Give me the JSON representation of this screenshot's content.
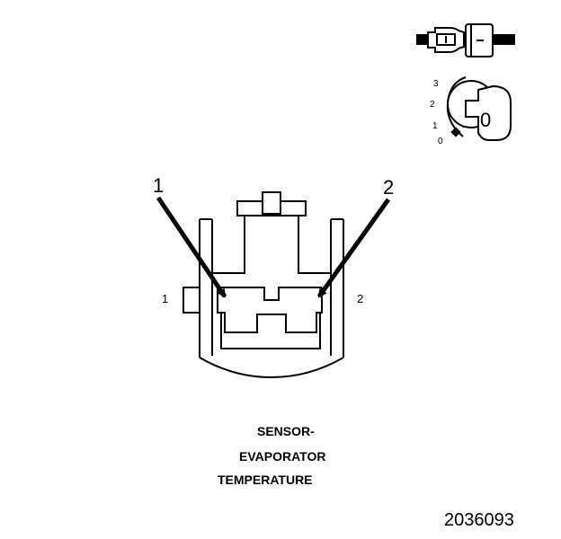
{
  "colors": {
    "ink": "#000000",
    "background": "#ffffff"
  },
  "icons": {
    "connector": "inline-connector-icon",
    "key": "ignition-key-icon"
  },
  "key_positions": [
    "3",
    "2",
    "1",
    "0"
  ],
  "key_face": "0",
  "callouts": {
    "arrow_1": "1",
    "arrow_2": "2",
    "terminal_1": "1",
    "terminal_2": "2"
  },
  "caption": {
    "line1": "SENSOR-",
    "line2": "EVAPORATOR",
    "line3": "TEMPERATURE"
  },
  "figure_id": "2036093"
}
